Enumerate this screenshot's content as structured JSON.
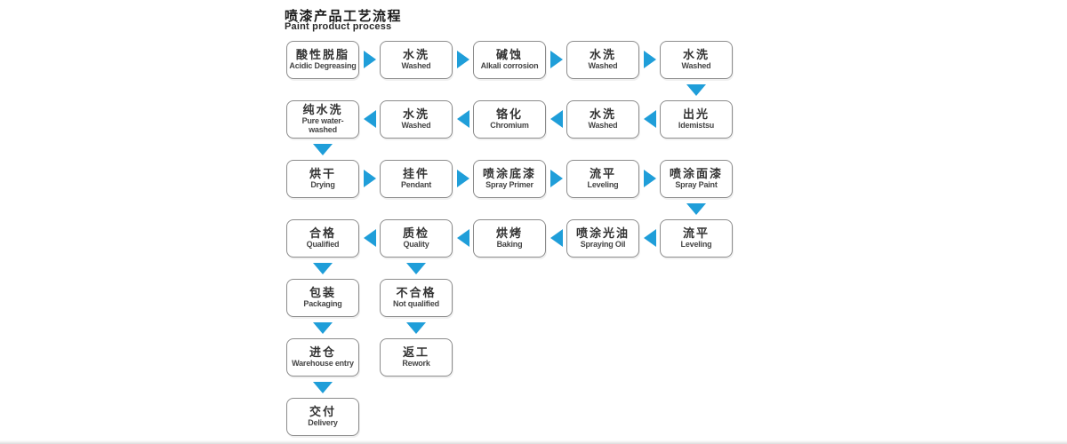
{
  "page": {
    "title_zh": "喷漆产品工艺流程",
    "title_en": "Paint product process"
  },
  "colors": {
    "arrow_blue": "#1f9ed9",
    "box_border": "#8c8c8c",
    "text_dark": "#333333"
  },
  "nodes": [
    {
      "zh": "酸性脱脂",
      "en": "Acidic Degreasing"
    },
    {
      "zh": "水洗",
      "en": "Washed"
    },
    {
      "zh": "碱蚀",
      "en": "Alkali corrosion"
    },
    {
      "zh": "水洗",
      "en": "Washed"
    },
    {
      "zh": "水洗",
      "en": "Washed"
    },
    {
      "zh": "纯水洗",
      "en": "Pure water-washed"
    },
    {
      "zh": "水洗",
      "en": "Washed"
    },
    {
      "zh": "铬化",
      "en": "Chromium"
    },
    {
      "zh": "水洗",
      "en": "Washed"
    },
    {
      "zh": "出光",
      "en": "Idemistsu"
    },
    {
      "zh": "烘干",
      "en": "Drying"
    },
    {
      "zh": "挂件",
      "en": "Pendant"
    },
    {
      "zh": "喷涂底漆",
      "en": "Spray Primer"
    },
    {
      "zh": "流平",
      "en": "Leveling"
    },
    {
      "zh": "喷涂面漆",
      "en": "Spray Paint"
    },
    {
      "zh": "合格",
      "en": "Qualified"
    },
    {
      "zh": "质检",
      "en": "Quality"
    },
    {
      "zh": "烘烤",
      "en": "Baking"
    },
    {
      "zh": "喷涂光油",
      "en": "Spraying Oil"
    },
    {
      "zh": "流平",
      "en": "Leveling"
    },
    {
      "zh": "包装",
      "en": "Packaging"
    },
    {
      "zh": "不合格",
      "en": "Not qualified"
    },
    {
      "zh": "进仓",
      "en": "Warehouse entry"
    },
    {
      "zh": "返工",
      "en": "Rework"
    },
    {
      "zh": "交付",
      "en": "Delivery"
    }
  ]
}
